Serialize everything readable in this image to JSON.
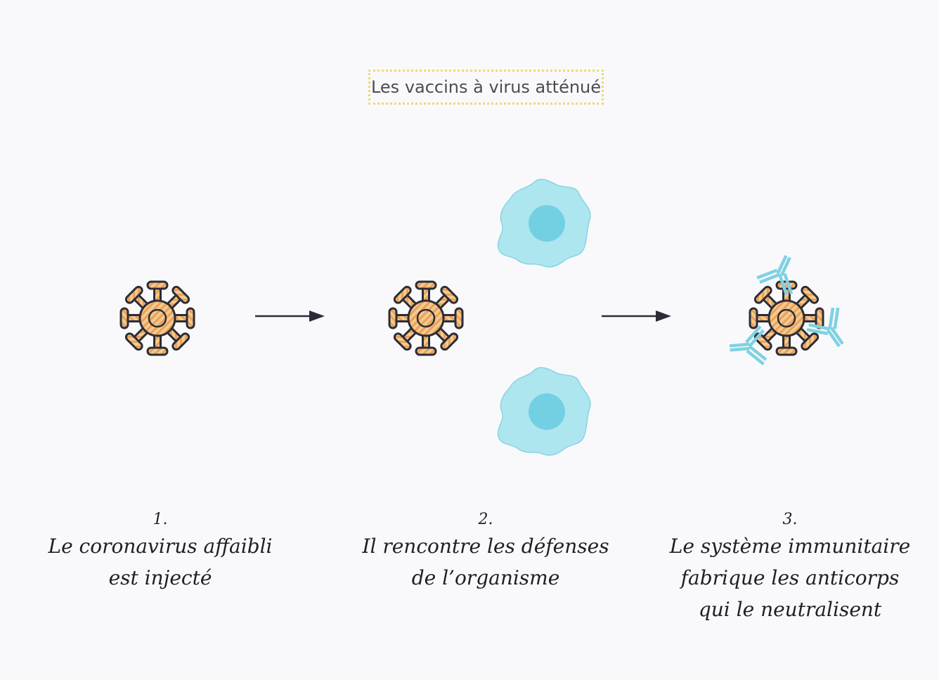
{
  "title": "Les vaccins à virus atténué",
  "steps": [
    {
      "number": "1.",
      "lines": [
        "Le coronavirus affaibli",
        "est injecté"
      ]
    },
    {
      "number": "2.",
      "lines": [
        "Il rencontre les défenses",
        "de l’organisme"
      ]
    },
    {
      "number": "3.",
      "lines": [
        "Le système immunitaire",
        "fabrique les anticorps",
        "qui le neutralisent"
      ]
    }
  ],
  "colors": {
    "background": "#f9f9fb",
    "virus_fill": "#f6c98a",
    "virus_stripe": "#e8a05e",
    "virus_outline": "#2b2d36",
    "cell_body": "#aee6f0",
    "cell_nucleus": "#72d0e2",
    "antibody": "#7fd2e2",
    "arrow": "#2b2d36",
    "title_border": "#ecd97a"
  },
  "icons": [
    "virus-icon",
    "immune-cell-icon",
    "antibody-icon",
    "arrow-right-icon"
  ]
}
